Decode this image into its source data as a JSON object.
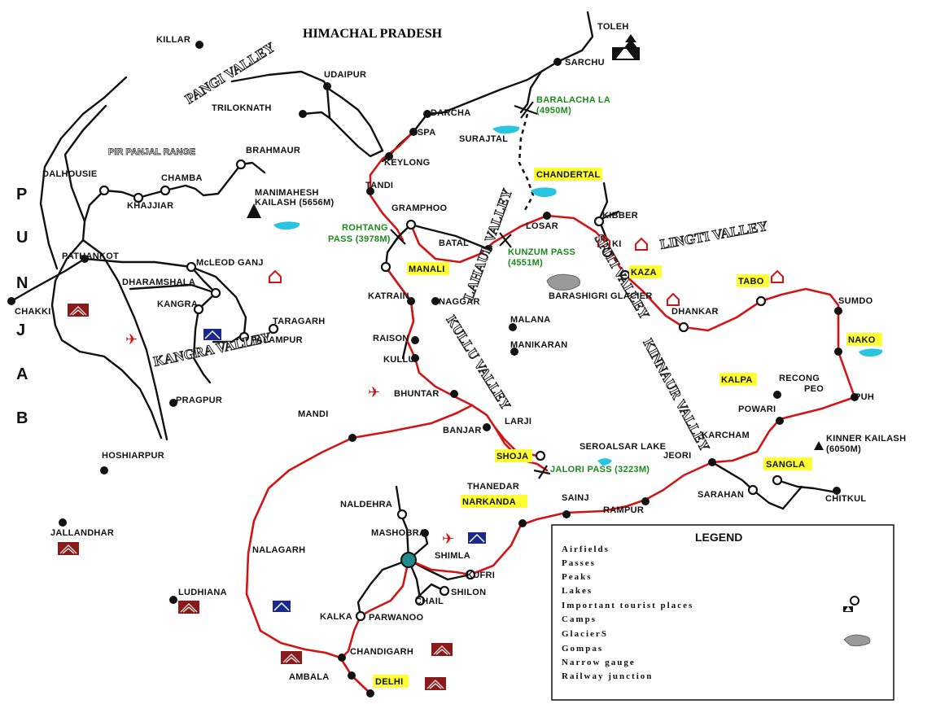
{
  "map": {
    "state_title": "HIMACHAL PRADESH",
    "punjab_letters": [
      "P",
      "U",
      "N",
      "J",
      "A",
      "B"
    ],
    "valleys": {
      "pangi": "PANGI VALLEY",
      "pir_panjal": "PIR PANJAL RANGE",
      "kangra": "KANGRA VALLEY",
      "lahaul": "LAHAUL VALLEY",
      "spiti": "SPITI VALLEY",
      "kullu": "KULLU VALLEY",
      "lingti": "LINGTI VALLEY",
      "kinnaur": "KINNAUR VALLEY"
    },
    "places": {
      "toleh": "TOLEH",
      "killar": "KILLAR",
      "sarchu": "SARCHU",
      "udaipur": "UDAIPUR",
      "trilokinath": "TRILOKNATH",
      "darcha": "DARCHA",
      "jispa": "JISPA",
      "surajtal": "SURAJTAL",
      "keylong": "KEYLONG",
      "brahmaur": "BRAHMAUR",
      "dalhousie": "DALHOUSIE",
      "chamba": "CHAMBA",
      "khajjiar": "KHAJJIAR",
      "tandi": "TANDI",
      "gramphoo": "GRAMPHOO",
      "chandertal": "CHANDERTAL",
      "losar": "LOSAR",
      "kibber": "KIBBER",
      "ki": "KI",
      "batal": "BATAL",
      "manali": "MANALI",
      "pathankot": "PATHANKOT",
      "mcleod": "McLEOD GANJ",
      "dharamshala": "DHARAMSHALA",
      "kangra": "KANGRA",
      "chakki": "CHAKKI",
      "taragarh": "TARAGARH",
      "palampur": "PALAMPUR",
      "pragpur": "PRAGPUR",
      "katrain": "KATRAIN",
      "naggar": "NAGGAR",
      "raison": "RAISON",
      "kullu": "KULLU",
      "bhuntar": "BHUNTAR",
      "malana": "MALANA",
      "manikaran": "MANIKARAN",
      "kaza": "KAZA",
      "tabo": "TABO",
      "dhankar": "DHANKAR",
      "sumdo": "SUMDO",
      "nako": "NAKO",
      "kalpa": "KALPA",
      "recong_peo": [
        "RECONG",
        "PEO"
      ],
      "powari": "POWARI",
      "puh": "PUH",
      "karcham": "KARCHAM",
      "jeori": "JEORI",
      "sangla": "SANGLA",
      "chitkul": "CHITKUL",
      "sarahan": "SARAHAN",
      "mandi": "MANDI",
      "banjar": "BANJAR",
      "larji": "LARJI",
      "shoja": "SHOJA",
      "thanedar": "THANEDAR",
      "narkanda": "NARKANDA",
      "sainj": "SAINJ",
      "rampur": "RAMPUR",
      "hoshiarpur": "HOSHIARPUR",
      "naldehra": "NALDEHRA",
      "mashobra": "MASHOBRA",
      "shimla": "SHIMLA",
      "kufri": "KUFRI",
      "shilon": "SHILON",
      "chail": "CHAIL",
      "nalagarh": "NALAGARH",
      "jallandhar": "JALLANDHAR",
      "ludhiana": "LUDHIANA",
      "kalka": "KALKA",
      "parwanoo": "PARWANOO",
      "chandigarh": "CHANDIGARH",
      "ambala": "AMBALA",
      "delhi": "DELHI",
      "barashigri": "BARASHIGRI GLACIER",
      "seroalsar": "SEROALSAR LAKE"
    },
    "passes": {
      "baralacha": [
        "BARALACHA LA",
        "(4950M)"
      ],
      "rohtang": [
        "ROHTANG",
        "PASS (3978M)"
      ],
      "kunzum": [
        "KUNZUM PASS",
        "(4551M)"
      ],
      "jalori": "JALORI PASS (3223M)"
    },
    "peaks": {
      "manimahesh": [
        "MANIMAHESH",
        "KAILASH (5656M)"
      ],
      "kinner": [
        "KINNER KAILASH",
        "(6050M)"
      ]
    }
  },
  "legend": {
    "title": "LEGEND",
    "items": [
      "Airfields",
      "Passes",
      "Peaks",
      "Lakes",
      "Important tourist places",
      "Camps",
      "GlacierS",
      "Gompas",
      "Narrow gauge",
      "Railway junction"
    ]
  },
  "colors": {
    "route": "#d21414",
    "road": "#111111",
    "lake": "#29c4e0",
    "highlight": "#ffff33",
    "shimla_node": "#1f8a8a",
    "gompa": "#d21414",
    "narrow_gauge": "#1a2a8a",
    "railway": "#8b1a1a",
    "pass_label": "#1a8a1a"
  }
}
